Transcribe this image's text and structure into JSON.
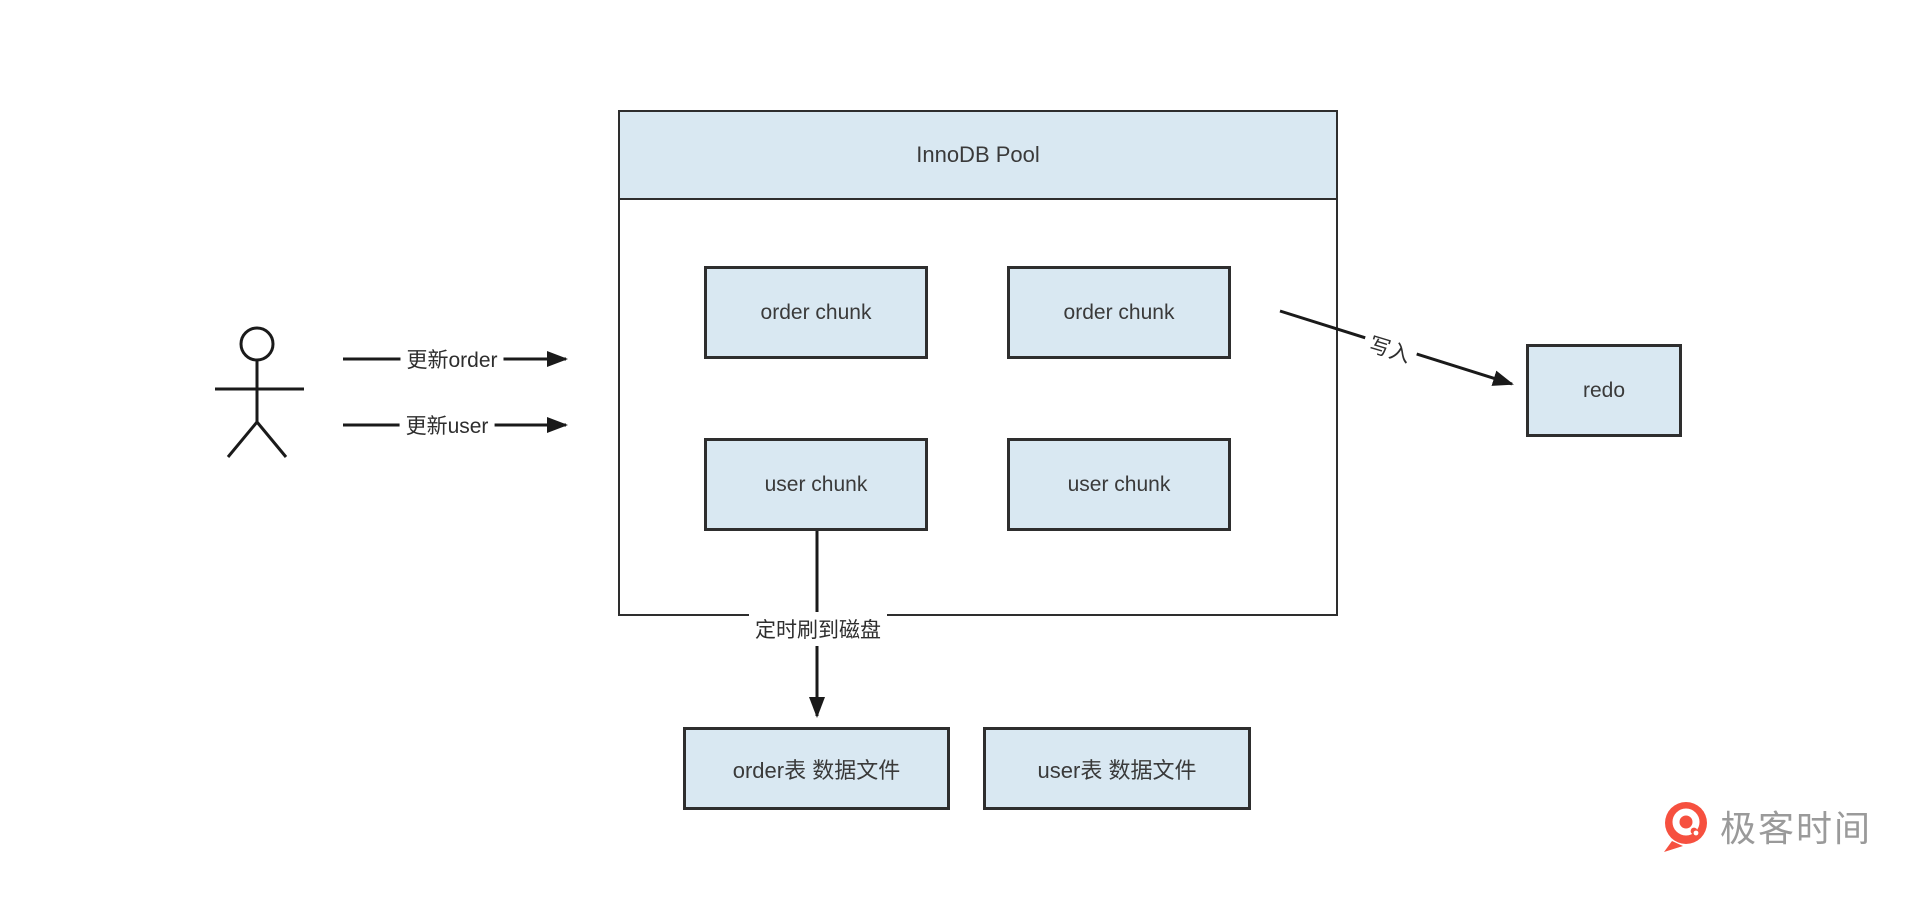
{
  "pool": {
    "title": "InnoDB Pool",
    "chunks": [
      {
        "label": "order chunk"
      },
      {
        "label": "order chunk"
      },
      {
        "label": "user chunk"
      },
      {
        "label": "user chunk"
      }
    ]
  },
  "redo": {
    "label": "redo"
  },
  "files": [
    {
      "label": "order表 数据文件"
    },
    {
      "label": "user表 数据文件"
    }
  ],
  "labels": {
    "update_order": "更新order",
    "update_user": "更新user",
    "write": "写入",
    "flush": "定时刷到磁盘"
  },
  "logo": {
    "text": "极客时间"
  },
  "icons": {
    "person": "stick-figure-icon",
    "logo_mark": "geek-time-logo-icon"
  },
  "colors": {
    "box_fill": "#d9e8f2",
    "box_border": "#2e2e2e",
    "line": "#1a1a1a",
    "logo_orange": "#f6503f",
    "logo_text": "#9a9a9a"
  }
}
